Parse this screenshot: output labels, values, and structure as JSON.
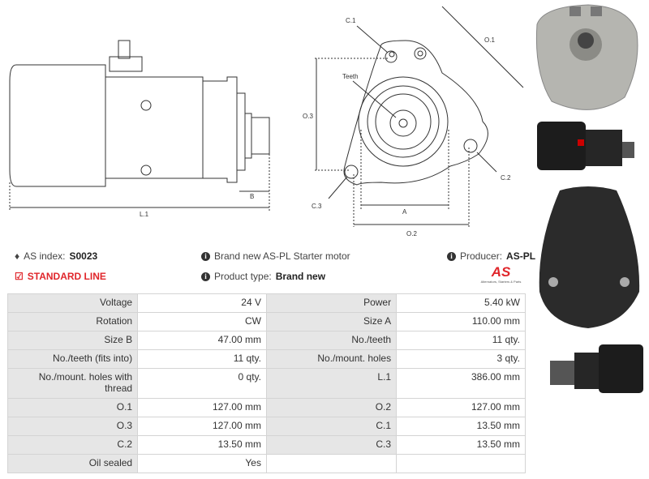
{
  "diagram_labels": {
    "l1": "L.1",
    "b": "B",
    "c1": "C.1",
    "o1": "O.1",
    "teeth": "Teeth",
    "o3": "O.3",
    "c2": "C.2",
    "c3": "C.3",
    "a": "A",
    "o2": "O.2"
  },
  "info": {
    "as_index_label": "AS index:",
    "as_index_value": "S0023",
    "standard_line": "STANDARD LINE",
    "description": "Brand new AS-PL Starter motor",
    "product_type_label": "Product type:",
    "product_type_value": "Brand new",
    "producer_label": "Producer:",
    "producer_value": "AS-PL",
    "logo_text": "AS",
    "logo_tagline": "Alternators, Starters & Parts"
  },
  "colors": {
    "accent": "#e0262b",
    "label_bg": "#e6e6e6"
  },
  "specs": [
    [
      "Voltage",
      "24 V",
      "Power",
      "5.40 kW"
    ],
    [
      "Rotation",
      "CW",
      "Size A",
      "110.00 mm"
    ],
    [
      "Size B",
      "47.00 mm",
      "No./teeth",
      "11 qty."
    ],
    [
      "No./teeth (fits into)",
      "11 qty.",
      "No./mount. holes",
      "3 qty."
    ],
    [
      "No./mount. holes with thread",
      "0 qty.",
      "L.1",
      "386.00 mm"
    ],
    [
      "O.1",
      "127.00 mm",
      "O.2",
      "127.00 mm"
    ],
    [
      "O.3",
      "127.00 mm",
      "C.1",
      "13.50 mm"
    ],
    [
      "C.2",
      "13.50 mm",
      "C.3",
      "13.50 mm"
    ],
    [
      "Oil sealed",
      "Yes",
      "",
      ""
    ]
  ]
}
